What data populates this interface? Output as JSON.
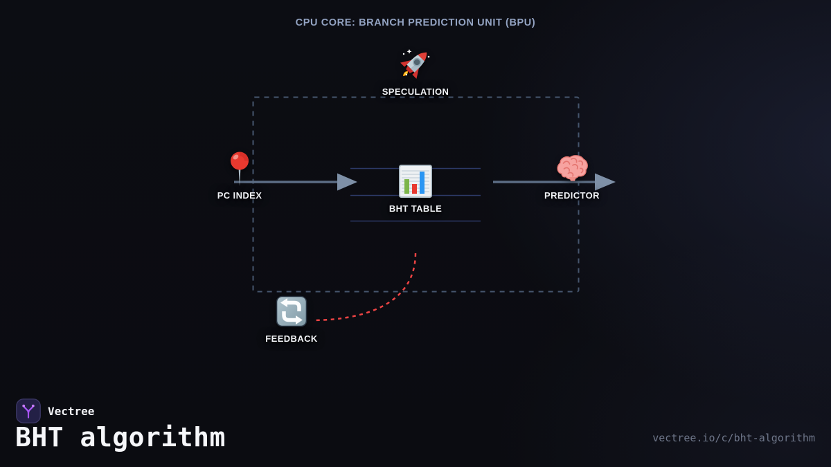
{
  "title": "CPU CORE: BRANCH PREDICTION UNIT (BPU)",
  "diagram": {
    "nodes": {
      "speculation": {
        "label": "SPECULATION",
        "icon": "rocket-icon"
      },
      "pc_index": {
        "label": "PC INDEX",
        "icon": "pushpin-icon"
      },
      "bht_table": {
        "label": "BHT TABLE",
        "icon": "bar-chart-icon"
      },
      "predictor": {
        "label": "PREDICTOR",
        "icon": "brain-icon"
      },
      "feedback": {
        "label": "FEEDBACK",
        "icon": "repeat-arrows-icon"
      }
    },
    "edges": [
      {
        "from": "pc_index",
        "to": "bht_table",
        "style": "solid-arrow"
      },
      {
        "from": "bht_table",
        "to": "predictor",
        "style": "solid-arrow"
      },
      {
        "from": "predictor",
        "to": "feedback",
        "style": "red-dashed-curve"
      }
    ],
    "container": {
      "style": "dashed-rounded-box"
    }
  },
  "footer": {
    "brand": "Vectree",
    "logo_icon": "vectree-logo-icon",
    "page_title": "BHT algorithm",
    "url": "vectree.io/c/bht-algorithm"
  },
  "colors": {
    "background_dark": "#0b0c11",
    "background_glow": "#2d3456",
    "title_text": "#93a3c2",
    "label_text": "#f0f2f6",
    "dashed_box": "#46566e",
    "arrow_line": "#5c6d84",
    "arrow_head": "#7e90a7",
    "table_row_line": "#2c3966",
    "feedback_curve_red": "#ee4444",
    "url_text": "#6e7689",
    "logo_purple": "#a855f7"
  }
}
